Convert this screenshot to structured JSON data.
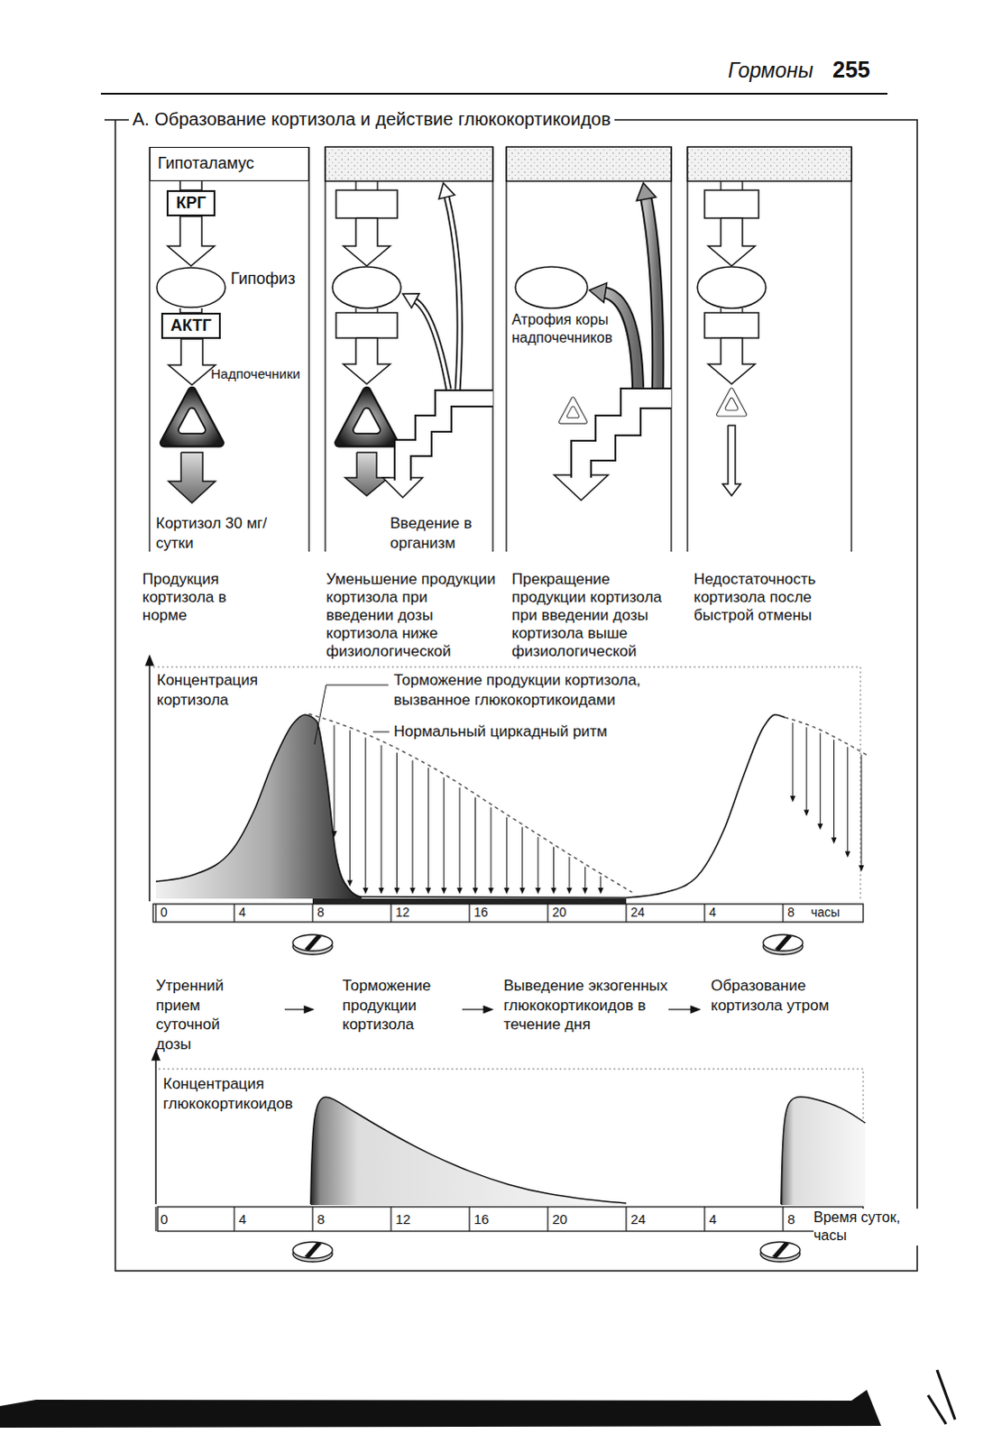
{
  "diagram": {
    "title": "А. Образование кортизола и действие глюкокортикоидов",
    "nodes": [
      {
        "text": [
          "Гипоталамус"
        ]
      },
      {
        "text": [
          "КРГ"
        ]
      },
      {
        "text": [
          "Гипофиз"
        ]
      },
      {
        "text": [
          "АКТГ"
        ]
      },
      {
        "text": [
          "Надпочечники"
        ]
      }
    ],
    "edges": [
      {
        "from": 0,
        "to": 1,
        "arrow": "none"
      },
      {
        "from": 1,
        "to": 2,
        "arrow": "to"
      },
      {
        "from": 2,
        "to": 3,
        "arrow": "none"
      },
      {
        "from": 3,
        "to": 4,
        "arrow": "to"
      }
    ],
    "labels": [
      "Гормоны",
      "255",
      "Кортизол 30 мг/сутки",
      "Введение в организм",
      "Атрофия коры надпочечников",
      "Продукция кортизола в норме",
      "Уменьшение продукции кортизола при введении дозы кортизола ниже физиологической",
      "Прекращение продукции кортизола при введении дозы кортизола выше физиологической",
      "Недостаточность кортизола после быстрой отмены",
      "Концентрация кортизола",
      "Торможение продукции кортизола, вызванное глюкокортикоидами",
      "Нормальный циркадный ритм",
      "0",
      "4",
      "8",
      "12",
      "16",
      "20",
      "24",
      "4",
      "8",
      "часы",
      "Утренний прием суточной дозы",
      "Торможение продукции кортизола",
      "Выведение экзогенных глюкокортикоидов в течение дня",
      "Образование кортизола утром",
      "Концентрация глюкокортикоидов",
      "0",
      "4",
      "8",
      "12",
      "16",
      "20",
      "24",
      "4",
      "8",
      "Время суток, часы"
    ]
  }
}
